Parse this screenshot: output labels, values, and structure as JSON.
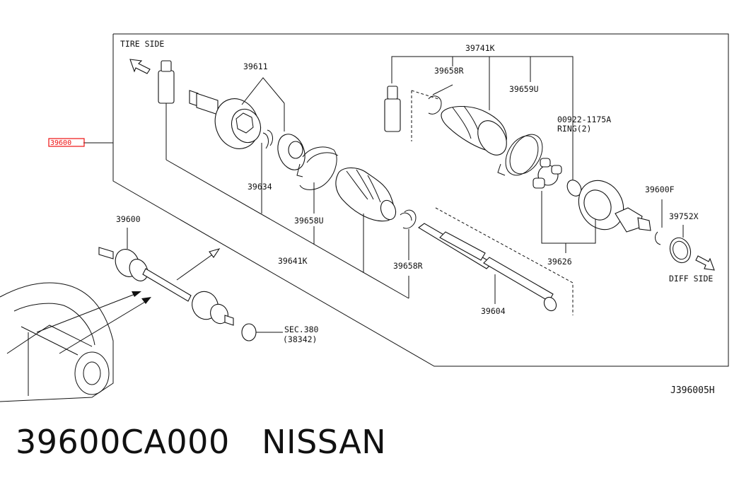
{
  "diagram": {
    "tire_side_label": "TIRE SIDE",
    "diff_side_label": "DIFF SIDE",
    "highlighted_part": "39600",
    "diagram_code": "J396005H",
    "callouts": {
      "p39611": "39611",
      "p39634": "39634",
      "p39658U": "39658U",
      "p39641K": "39641K",
      "p39658R_lower": "39658R",
      "p39741K": "39741K",
      "p39658R_upper": "39658R",
      "p39659U": "39659U",
      "p00922": "00922-1175A",
      "ring": "RING(2)",
      "p39600F": "39600F",
      "p39752X": "39752X",
      "p39626": "39626",
      "p39604": "39604",
      "p39600_assy": "39600",
      "sec380": "SEC.380",
      "sec380_sub": "(38342)"
    }
  },
  "footer": {
    "part_number": "39600CA000",
    "brand": "NISSAN"
  },
  "colors": {
    "highlight": "#e11111",
    "line": "#111111"
  }
}
